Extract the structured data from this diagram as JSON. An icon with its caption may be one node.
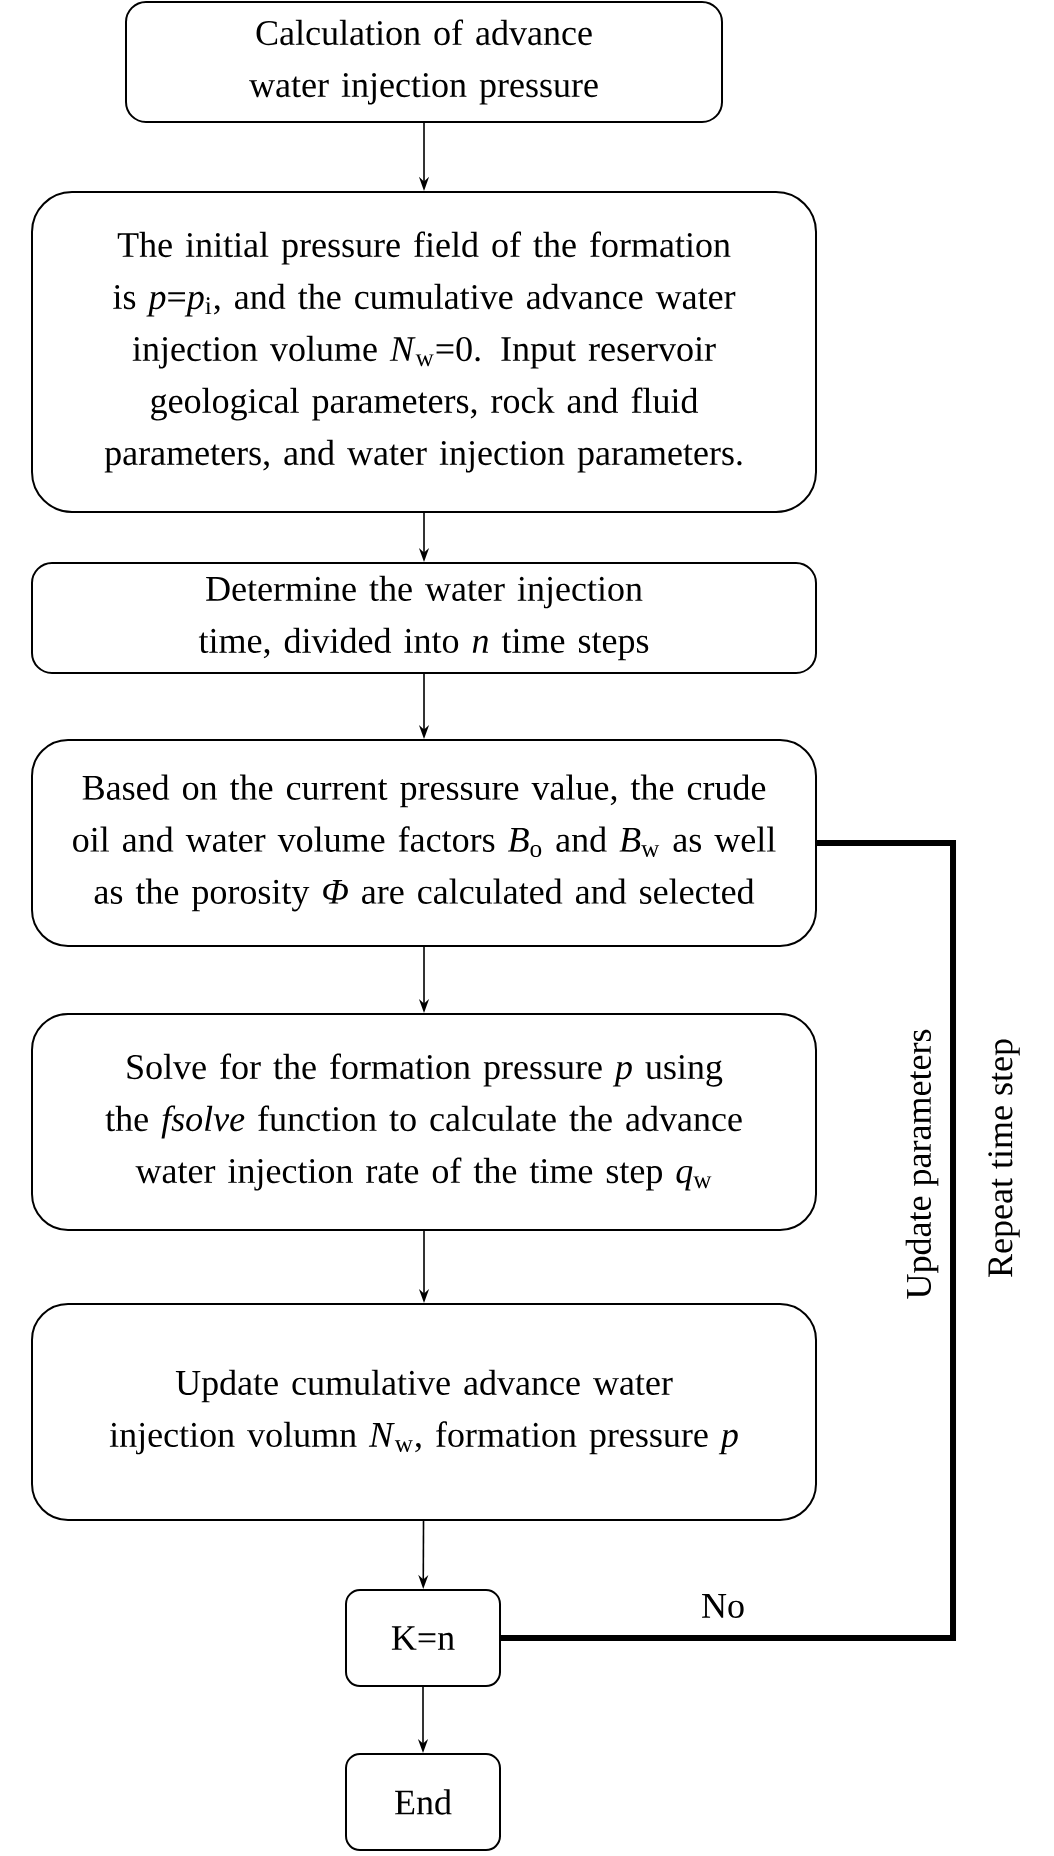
{
  "diagram": {
    "nodes": [
      {
        "text": [
          "Calculation of advance water injection pressure"
        ]
      },
      {
        "text": [
          "The initial pressure field of the formation is *p*=*p*$_{i}$, and the cumulative advance water injection volume *N*$_{w}$=0. Input reservoir geological parameters, rock and fluid parameters, and water injection parameters."
        ]
      },
      {
        "text": [
          "Determine the water injection time, divided into *n* time steps"
        ]
      },
      {
        "text": [
          "Based on the current pressure value, the crude oil and water volume factors *B*$_{o}$ and *B*$_{w}$ as well as the porosity *Φ* are calculated and selected"
        ]
      },
      {
        "text": [
          "Solve for the formation pressure *p* using the *fsolve* function to calculate the advance water injection rate of the time step *q*$_{w}$"
        ]
      },
      {
        "text": [
          "Update cumulative advance water injection volumn *N*$_{w}$, formation pressure *p*"
        ]
      },
      {
        "text": [
          "K=n"
        ]
      },
      {
        "text": [
          "End"
        ]
      }
    ],
    "edges": [
      {
        "from": 0,
        "to": 1,
        "arrow": "to"
      },
      {
        "from": 1,
        "to": 2,
        "arrow": "to"
      },
      {
        "from": 2,
        "to": 3,
        "arrow": "to"
      },
      {
        "from": 3,
        "to": 4,
        "arrow": "to"
      },
      {
        "from": 4,
        "to": 5,
        "arrow": "to"
      },
      {
        "from": 5,
        "to": 6,
        "arrow": "to"
      },
      {
        "from": 6,
        "to": 7,
        "arrow": "to"
      },
      {
        "from": 6,
        "to": 3,
        "arrow": "none",
        "label": "No",
        "style": "thick"
      }
    ],
    "labels": [
      "Update parameters",
      "Repeat time step"
    ]
  }
}
